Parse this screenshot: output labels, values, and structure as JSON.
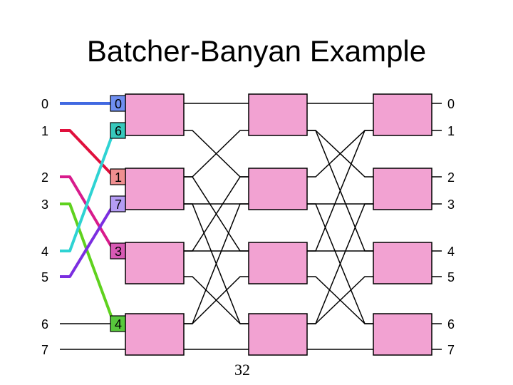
{
  "title": "Batcher-Banyan Example",
  "page_number": "32",
  "input_labels": [
    "0",
    "1",
    "2",
    "3",
    "4",
    "5",
    "6",
    "7"
  ],
  "output_labels": [
    "0",
    "1",
    "2",
    "3",
    "4",
    "5",
    "6",
    "7"
  ],
  "colors": {
    "switch_fill": "#f2a2d2",
    "wire": "#000000",
    "blue": "#4169e1",
    "red": "#e0103c",
    "magenta": "#d81b8c",
    "green": "#5fd21e",
    "cyan": "#2ed3d3",
    "purple": "#7b2ee0"
  },
  "cells": [
    {
      "value": "0",
      "fill": "#6f8ff0",
      "color_key": "blue"
    },
    {
      "value": "6",
      "fill": "#37c8bc",
      "color_key": "cyan"
    },
    {
      "value": "1",
      "fill": "#f08f90",
      "color_key": "red"
    },
    {
      "value": "7",
      "fill": "#b59cf4",
      "color_key": "purple"
    },
    {
      "value": "3",
      "fill": "#d85ab4",
      "color_key": "magenta"
    },
    {
      "value": "4",
      "fill": "#58c83c",
      "color_key": "green"
    }
  ]
}
